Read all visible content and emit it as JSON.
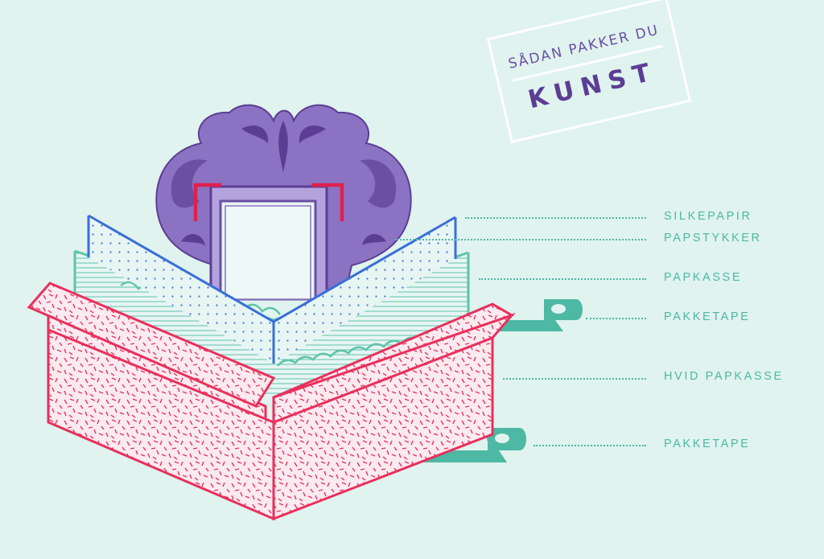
{
  "title": {
    "line1": "SÅDAN PAKKER DU",
    "line2": "KUNST"
  },
  "labels": [
    {
      "id": "silkepapir",
      "text": "SILKEPAPIR"
    },
    {
      "id": "papstykker",
      "text": "PAPSTYKKER"
    },
    {
      "id": "papkasse",
      "text": "PAPKASSE"
    },
    {
      "id": "pakketape-1",
      "text": "PAKKETAPE"
    },
    {
      "id": "hvid-papkasse",
      "text": "HVID PAPKASSE"
    },
    {
      "id": "pakketape-2",
      "text": "PAKKETAPE"
    }
  ],
  "colors": {
    "background": "#e0f3ef",
    "accent_teal": "#4db8a3",
    "box_red": "#e8305c",
    "cardboard_teal": "#5ec4a8",
    "tissue_blue": "#3a6fd8",
    "frame_purple": "#6b4fa3",
    "corner_red": "#e0204c"
  },
  "icons": [
    "ornate-frame-icon",
    "tape-roll-icon",
    "corner-protector-icon"
  ]
}
